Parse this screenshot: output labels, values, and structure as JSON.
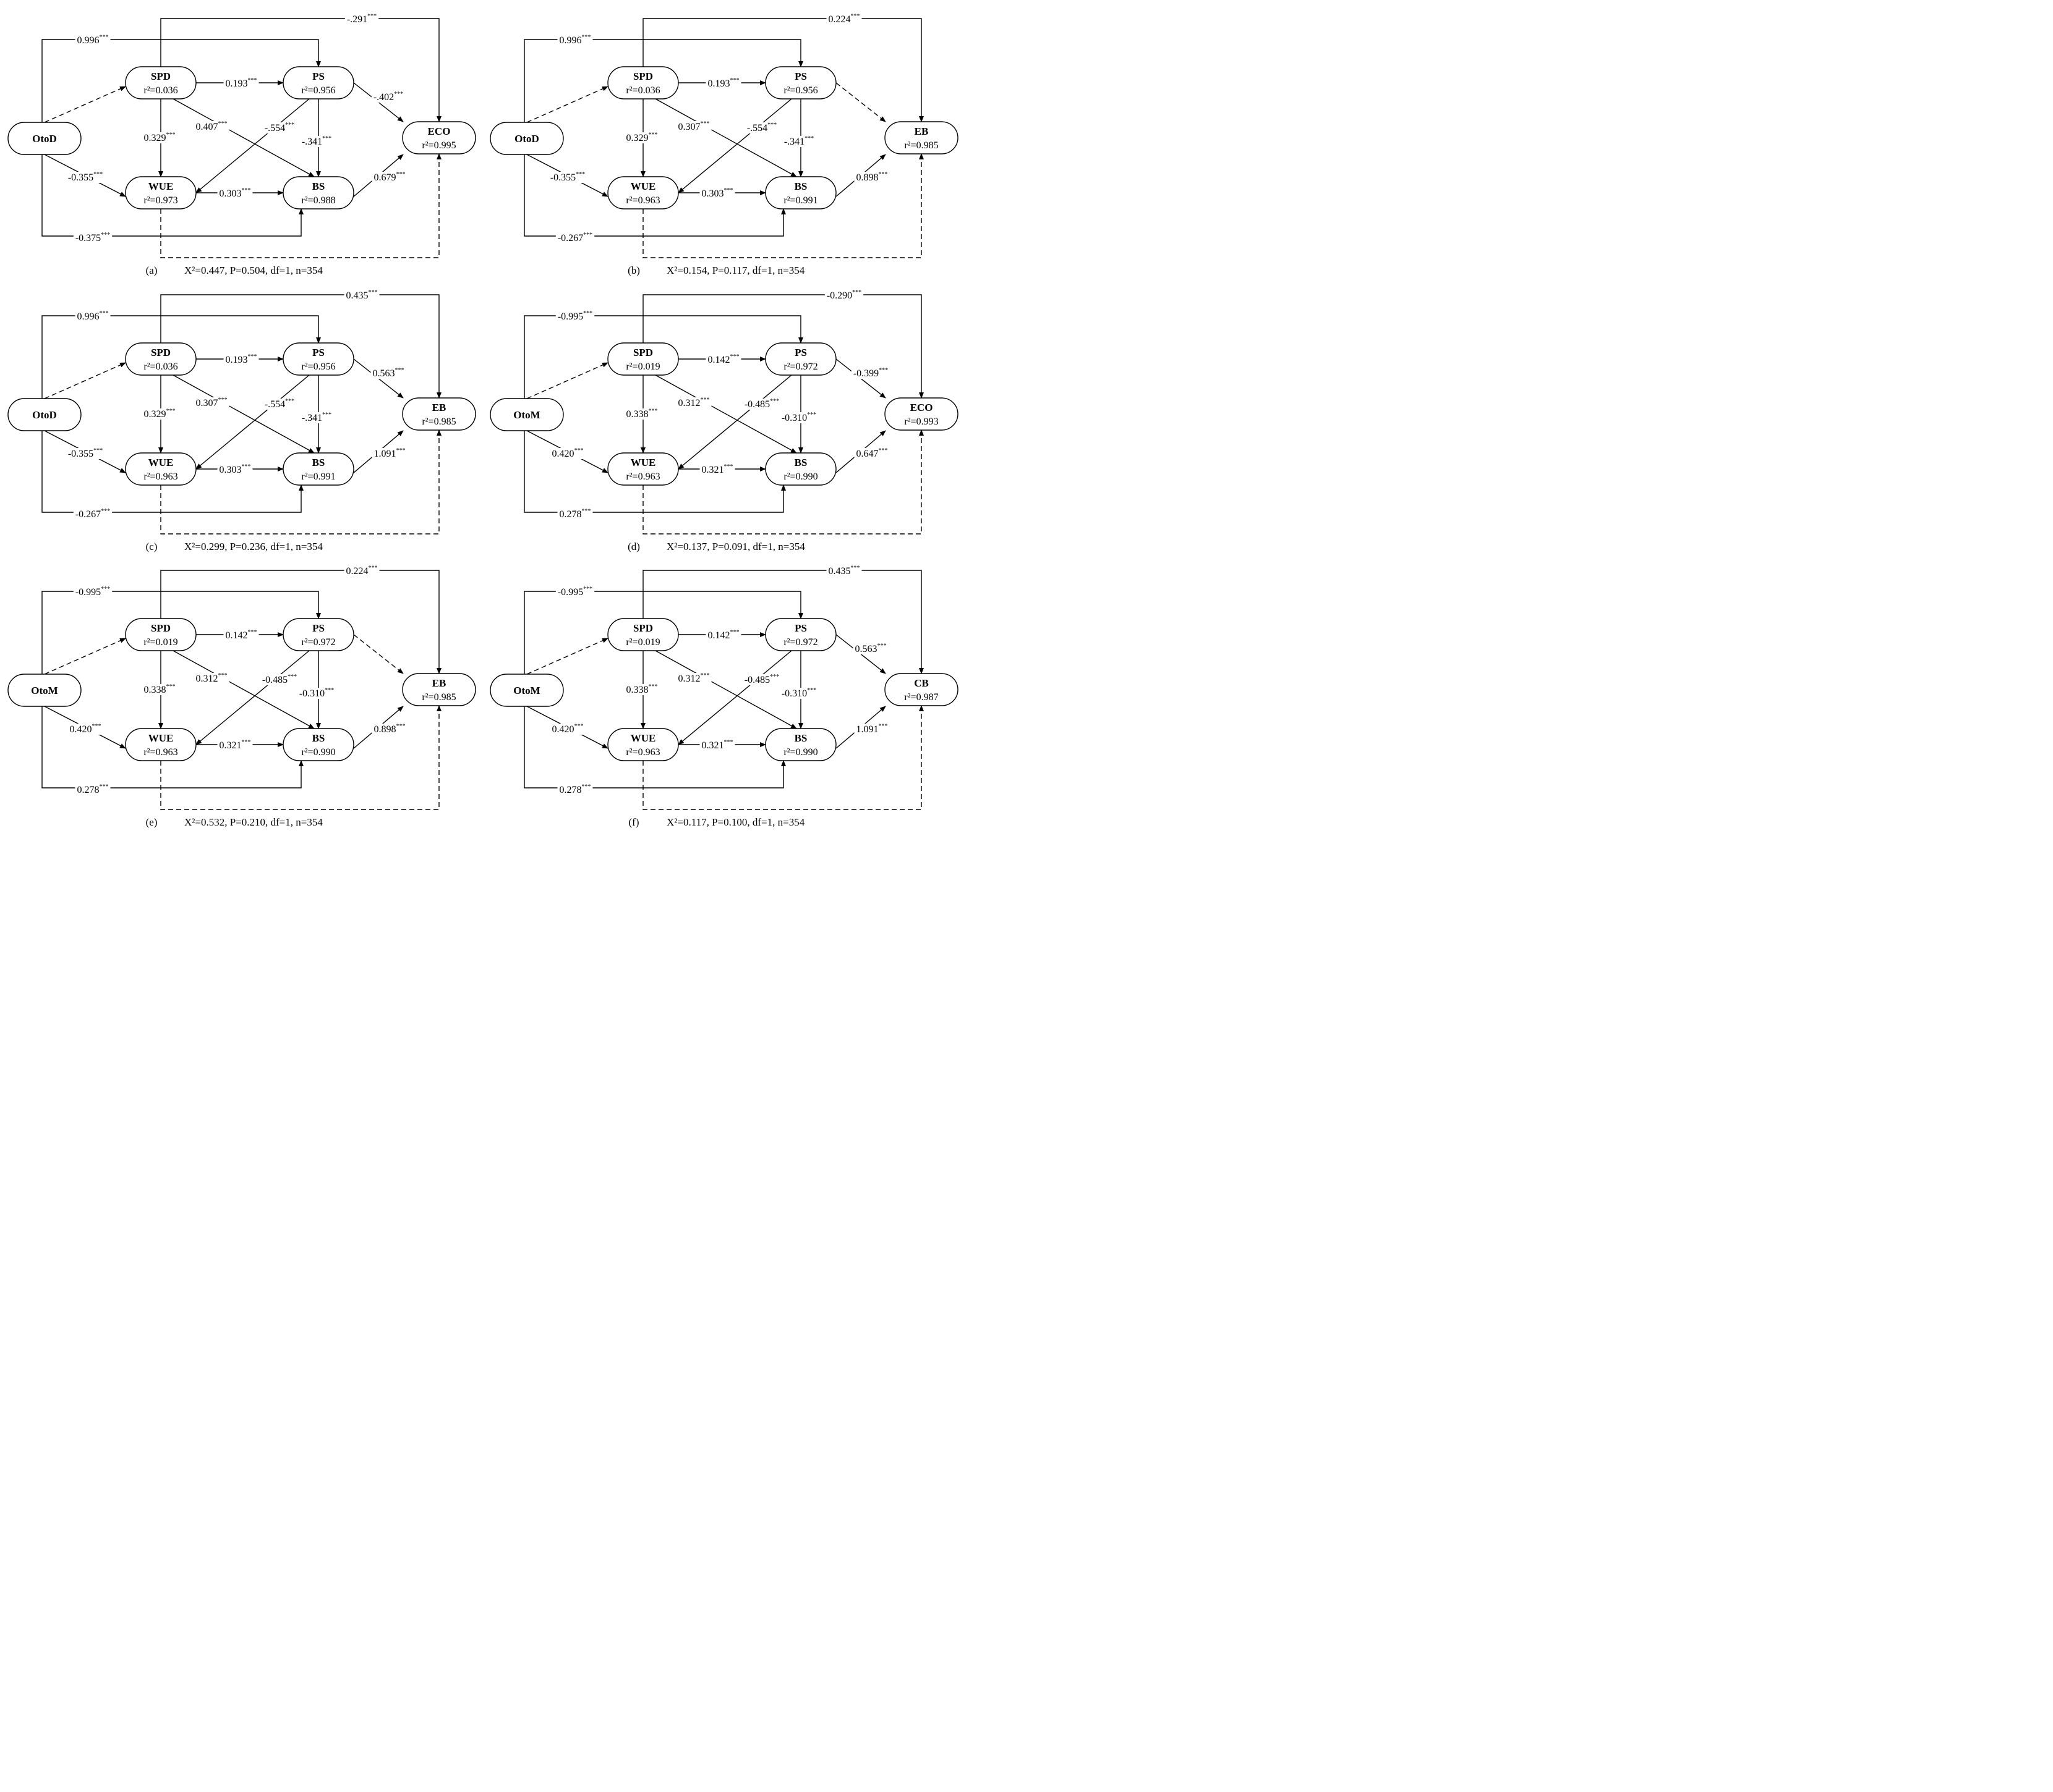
{
  "panels": [
    {
      "id": "a",
      "caption_letter": "(a)",
      "caption_stats": "X²=0.447, P=0.504, df=1, n=354",
      "nodes": {
        "source": {
          "name": "OtoD",
          "r2": ""
        },
        "SPD": {
          "name": "SPD",
          "r2": "r²=0.036"
        },
        "PS": {
          "name": "PS",
          "r2": "r²=0.956"
        },
        "WUE": {
          "name": "WUE",
          "r2": "r²=0.973"
        },
        "BS": {
          "name": "BS",
          "r2": "r²=0.988"
        },
        "target": {
          "name": "ECO",
          "r2": "r²=0.995"
        }
      },
      "paths": [
        {
          "from": "SPD",
          "to": "target",
          "value": "-.291",
          "stars": "***",
          "style": "solid"
        },
        {
          "from": "source",
          "to": "PS",
          "value": "0.996",
          "stars": "***",
          "style": "solid"
        },
        {
          "from": "source",
          "to": "SPD",
          "value": "",
          "stars": "",
          "style": "dashed"
        },
        {
          "from": "SPD",
          "to": "PS",
          "value": "0.193",
          "stars": "***",
          "style": "solid"
        },
        {
          "from": "PS",
          "to": "target",
          "value": "-.402",
          "stars": "***",
          "style": "solid"
        },
        {
          "from": "SPD",
          "to": "WUE",
          "value": "0.329",
          "stars": "***",
          "style": "solid"
        },
        {
          "from": "SPD",
          "to": "BS",
          "value": "0.407",
          "stars": "***",
          "style": "solid"
        },
        {
          "from": "PS",
          "to": "WUE",
          "value": "-.554",
          "stars": "***",
          "style": "solid"
        },
        {
          "from": "PS",
          "to": "BS",
          "value": "-.341",
          "stars": "***",
          "style": "solid"
        },
        {
          "from": "source",
          "to": "WUE",
          "value": "-0.355",
          "stars": "***",
          "style": "solid"
        },
        {
          "from": "WUE",
          "to": "BS",
          "value": "0.303",
          "stars": "***",
          "style": "solid"
        },
        {
          "from": "BS",
          "to": "target",
          "value": "0.679",
          "stars": "***",
          "style": "solid"
        },
        {
          "from": "source",
          "to": "BS",
          "value": "-0.375",
          "stars": "***",
          "style": "solid"
        },
        {
          "from": "WUE",
          "to": "target",
          "value": "",
          "stars": "",
          "style": "dashed"
        }
      ]
    },
    {
      "id": "b",
      "caption_letter": "(b)",
      "caption_stats": "X²=0.154, P=0.117, df=1, n=354",
      "nodes": {
        "source": {
          "name": "OtoD",
          "r2": ""
        },
        "SPD": {
          "name": "SPD",
          "r2": "r²=0.036"
        },
        "PS": {
          "name": "PS",
          "r2": "r²=0.956"
        },
        "WUE": {
          "name": "WUE",
          "r2": "r²=0.963"
        },
        "BS": {
          "name": "BS",
          "r2": "r²=0.991"
        },
        "target": {
          "name": "EB",
          "r2": "r²=0.985"
        }
      },
      "paths": [
        {
          "from": "SPD",
          "to": "target",
          "value": "0.224",
          "stars": "***",
          "style": "solid"
        },
        {
          "from": "source",
          "to": "PS",
          "value": "0.996",
          "stars": "***",
          "style": "solid"
        },
        {
          "from": "source",
          "to": "SPD",
          "value": "",
          "stars": "",
          "style": "dashed"
        },
        {
          "from": "SPD",
          "to": "PS",
          "value": "0.193",
          "stars": "***",
          "style": "solid"
        },
        {
          "from": "PS",
          "to": "target",
          "value": "",
          "stars": "",
          "style": "dashed"
        },
        {
          "from": "SPD",
          "to": "WUE",
          "value": "0.329",
          "stars": "***",
          "style": "solid"
        },
        {
          "from": "SPD",
          "to": "BS",
          "value": "0.307",
          "stars": "***",
          "style": "solid"
        },
        {
          "from": "PS",
          "to": "WUE",
          "value": "-.554",
          "stars": "***",
          "style": "solid"
        },
        {
          "from": "PS",
          "to": "BS",
          "value": "-.341",
          "stars": "***",
          "style": "solid"
        },
        {
          "from": "source",
          "to": "WUE",
          "value": "-0.355",
          "stars": "***",
          "style": "solid"
        },
        {
          "from": "WUE",
          "to": "BS",
          "value": "0.303",
          "stars": "***",
          "style": "solid"
        },
        {
          "from": "BS",
          "to": "target",
          "value": "0.898",
          "stars": "***",
          "style": "solid"
        },
        {
          "from": "source",
          "to": "BS",
          "value": "-0.267",
          "stars": "***",
          "style": "solid"
        },
        {
          "from": "WUE",
          "to": "target",
          "value": "",
          "stars": "",
          "style": "dashed"
        }
      ]
    },
    {
      "id": "c",
      "caption_letter": "(c)",
      "caption_stats": "X²=0.299, P=0.236, df=1, n=354",
      "nodes": {
        "source": {
          "name": "OtoD",
          "r2": ""
        },
        "SPD": {
          "name": "SPD",
          "r2": "r²=0.036"
        },
        "PS": {
          "name": "PS",
          "r2": "r²=0.956"
        },
        "WUE": {
          "name": "WUE",
          "r2": "r²=0.963"
        },
        "BS": {
          "name": "BS",
          "r2": "r²=0.991"
        },
        "target": {
          "name": "EB",
          "r2": "r²=0.985"
        }
      },
      "paths": [
        {
          "from": "SPD",
          "to": "target",
          "value": "0.435",
          "stars": "***",
          "style": "solid"
        },
        {
          "from": "source",
          "to": "PS",
          "value": "0.996",
          "stars": "***",
          "style": "solid"
        },
        {
          "from": "source",
          "to": "SPD",
          "value": "",
          "stars": "",
          "style": "dashed"
        },
        {
          "from": "SPD",
          "to": "PS",
          "value": "0.193",
          "stars": "***",
          "style": "solid"
        },
        {
          "from": "PS",
          "to": "target",
          "value": "0.563",
          "stars": "***",
          "style": "solid"
        },
        {
          "from": "SPD",
          "to": "WUE",
          "value": "0.329",
          "stars": "***",
          "style": "solid"
        },
        {
          "from": "SPD",
          "to": "BS",
          "value": "0.307",
          "stars": "***",
          "style": "solid"
        },
        {
          "from": "PS",
          "to": "WUE",
          "value": "-.554",
          "stars": "***",
          "style": "solid"
        },
        {
          "from": "PS",
          "to": "BS",
          "value": "-.341",
          "stars": "***",
          "style": "solid"
        },
        {
          "from": "source",
          "to": "WUE",
          "value": "-0.355",
          "stars": "***",
          "style": "solid"
        },
        {
          "from": "WUE",
          "to": "BS",
          "value": "0.303",
          "stars": "***",
          "style": "solid"
        },
        {
          "from": "BS",
          "to": "target",
          "value": "1.091",
          "stars": "***",
          "style": "solid"
        },
        {
          "from": "source",
          "to": "BS",
          "value": "-0.267",
          "stars": "***",
          "style": "solid"
        },
        {
          "from": "WUE",
          "to": "target",
          "value": "",
          "stars": "",
          "style": "dashed"
        }
      ]
    },
    {
      "id": "d",
      "caption_letter": "(d)",
      "caption_stats": "X²=0.137, P=0.091, df=1, n=354",
      "nodes": {
        "source": {
          "name": "OtoM",
          "r2": ""
        },
        "SPD": {
          "name": "SPD",
          "r2": "r²=0.019"
        },
        "PS": {
          "name": "PS",
          "r2": "r²=0.972"
        },
        "WUE": {
          "name": "WUE",
          "r2": "r²=0.963"
        },
        "BS": {
          "name": "BS",
          "r2": "r²=0.990"
        },
        "target": {
          "name": "ECO",
          "r2": "r²=0.993"
        }
      },
      "paths": [
        {
          "from": "SPD",
          "to": "target",
          "value": "-0.290",
          "stars": "***",
          "style": "solid"
        },
        {
          "from": "source",
          "to": "PS",
          "value": "-0.995",
          "stars": "***",
          "style": "solid"
        },
        {
          "from": "source",
          "to": "SPD",
          "value": "",
          "stars": "",
          "style": "dashed"
        },
        {
          "from": "SPD",
          "to": "PS",
          "value": "0.142",
          "stars": "***",
          "style": "solid"
        },
        {
          "from": "PS",
          "to": "target",
          "value": "-0.399",
          "stars": "***",
          "style": "solid"
        },
        {
          "from": "SPD",
          "to": "WUE",
          "value": "0.338",
          "stars": "***",
          "style": "solid"
        },
        {
          "from": "SPD",
          "to": "BS",
          "value": "0.312",
          "stars": "***",
          "style": "solid"
        },
        {
          "from": "PS",
          "to": "WUE",
          "value": "-0.485",
          "stars": "***",
          "style": "solid"
        },
        {
          "from": "PS",
          "to": "BS",
          "value": "-0.310",
          "stars": "***",
          "style": "solid"
        },
        {
          "from": "source",
          "to": "WUE",
          "value": "0.420",
          "stars": "***",
          "style": "solid"
        },
        {
          "from": "WUE",
          "to": "BS",
          "value": "0.321",
          "stars": "***",
          "style": "solid"
        },
        {
          "from": "BS",
          "to": "target",
          "value": "0.647",
          "stars": "***",
          "style": "solid"
        },
        {
          "from": "source",
          "to": "BS",
          "value": "0.278",
          "stars": "***",
          "style": "solid"
        },
        {
          "from": "WUE",
          "to": "target",
          "value": "",
          "stars": "",
          "style": "dashed"
        }
      ]
    },
    {
      "id": "e",
      "caption_letter": "(e)",
      "caption_stats": "X²=0.532, P=0.210, df=1, n=354",
      "nodes": {
        "source": {
          "name": "OtoM",
          "r2": ""
        },
        "SPD": {
          "name": "SPD",
          "r2": "r²=0.019"
        },
        "PS": {
          "name": "PS",
          "r2": "r²=0.972"
        },
        "WUE": {
          "name": "WUE",
          "r2": "r²=0.963"
        },
        "BS": {
          "name": "BS",
          "r2": "r²=0.990"
        },
        "target": {
          "name": "EB",
          "r2": "r²=0.985"
        }
      },
      "paths": [
        {
          "from": "SPD",
          "to": "target",
          "value": "0.224",
          "stars": "***",
          "style": "solid"
        },
        {
          "from": "source",
          "to": "PS",
          "value": "-0.995",
          "stars": "***",
          "style": "solid"
        },
        {
          "from": "source",
          "to": "SPD",
          "value": "",
          "stars": "",
          "style": "dashed"
        },
        {
          "from": "SPD",
          "to": "PS",
          "value": "0.142",
          "stars": "***",
          "style": "solid"
        },
        {
          "from": "PS",
          "to": "target",
          "value": "",
          "stars": "",
          "style": "dashed"
        },
        {
          "from": "SPD",
          "to": "WUE",
          "value": "0.338",
          "stars": "***",
          "style": "solid"
        },
        {
          "from": "SPD",
          "to": "BS",
          "value": "0.312",
          "stars": "***",
          "style": "solid"
        },
        {
          "from": "PS",
          "to": "WUE",
          "value": "-0.485",
          "stars": "***",
          "style": "solid"
        },
        {
          "from": "PS",
          "to": "BS",
          "value": "-0.310",
          "stars": "***",
          "style": "solid"
        },
        {
          "from": "source",
          "to": "WUE",
          "value": "0.420",
          "stars": "***",
          "style": "solid"
        },
        {
          "from": "WUE",
          "to": "BS",
          "value": "0.321",
          "stars": "***",
          "style": "solid"
        },
        {
          "from": "BS",
          "to": "target",
          "value": "0.898",
          "stars": "***",
          "style": "solid"
        },
        {
          "from": "source",
          "to": "BS",
          "value": "0.278",
          "stars": "***",
          "style": "solid"
        },
        {
          "from": "WUE",
          "to": "target",
          "value": "",
          "stars": "",
          "style": "dashed"
        }
      ]
    },
    {
      "id": "f",
      "caption_letter": "(f)",
      "caption_stats": "X²=0.117, P=0.100, df=1, n=354",
      "nodes": {
        "source": {
          "name": "OtoM",
          "r2": ""
        },
        "SPD": {
          "name": "SPD",
          "r2": "r²=0.019"
        },
        "PS": {
          "name": "PS",
          "r2": "r²=0.972"
        },
        "WUE": {
          "name": "WUE",
          "r2": "r²=0.963"
        },
        "BS": {
          "name": "BS",
          "r2": "r²=0.990"
        },
        "target": {
          "name": "CB",
          "r2": "r²=0.987"
        }
      },
      "paths": [
        {
          "from": "SPD",
          "to": "target",
          "value": "0.435",
          "stars": "***",
          "style": "solid"
        },
        {
          "from": "source",
          "to": "PS",
          "value": "-0.995",
          "stars": "***",
          "style": "solid"
        },
        {
          "from": "source",
          "to": "SPD",
          "value": "",
          "stars": "",
          "style": "dashed"
        },
        {
          "from": "SPD",
          "to": "PS",
          "value": "0.142",
          "stars": "***",
          "style": "solid"
        },
        {
          "from": "PS",
          "to": "target",
          "value": "0.563",
          "stars": "***",
          "style": "solid"
        },
        {
          "from": "SPD",
          "to": "WUE",
          "value": "0.338",
          "stars": "***",
          "style": "solid"
        },
        {
          "from": "SPD",
          "to": "BS",
          "value": "0.312",
          "stars": "***",
          "style": "solid"
        },
        {
          "from": "PS",
          "to": "WUE",
          "value": "-0.485",
          "stars": "***",
          "style": "solid"
        },
        {
          "from": "PS",
          "to": "BS",
          "value": "-0.310",
          "stars": "***",
          "style": "solid"
        },
        {
          "from": "source",
          "to": "WUE",
          "value": "0.420",
          "stars": "***",
          "style": "solid"
        },
        {
          "from": "WUE",
          "to": "BS",
          "value": "0.321",
          "stars": "***",
          "style": "solid"
        },
        {
          "from": "BS",
          "to": "target",
          "value": "1.091",
          "stars": "***",
          "style": "solid"
        },
        {
          "from": "source",
          "to": "BS",
          "value": "0.278",
          "stars": "***",
          "style": "solid"
        },
        {
          "from": "WUE",
          "to": "target",
          "value": "",
          "stars": "",
          "style": "dashed"
        }
      ]
    }
  ]
}
